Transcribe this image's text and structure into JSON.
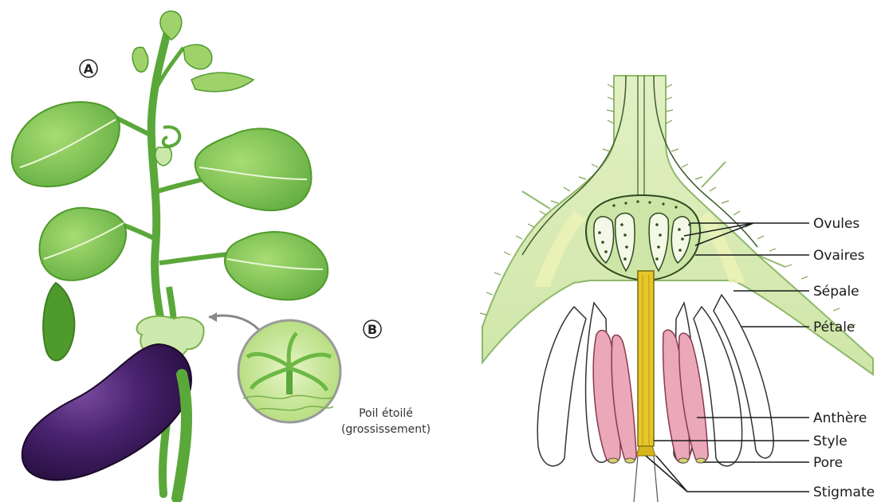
{
  "panels": {
    "left": {
      "panel_a_letter": "A",
      "panel_b_letter": "B",
      "caption_line1": "Poil étoilé",
      "caption_line2": "(grossissement)"
    },
    "right": {
      "labels": [
        "Ovules",
        "Ovaires",
        "Sépale",
        "Pétale",
        "Anthère",
        "Style",
        "Pore",
        "Stigmate"
      ]
    }
  },
  "colors": {
    "leaf": "#7ec850",
    "leaf_dark": "#4f9a2c",
    "stem": "#5aa83a",
    "fruit": "#3b1a5a",
    "fruit_highlight": "#6a3d8f",
    "calyx": "#c9e7a8",
    "flower_tissue": "#d9edbb",
    "petal": "#f2d7c8",
    "anther": "#e9a9b9",
    "style": "#e7c62a"
  }
}
